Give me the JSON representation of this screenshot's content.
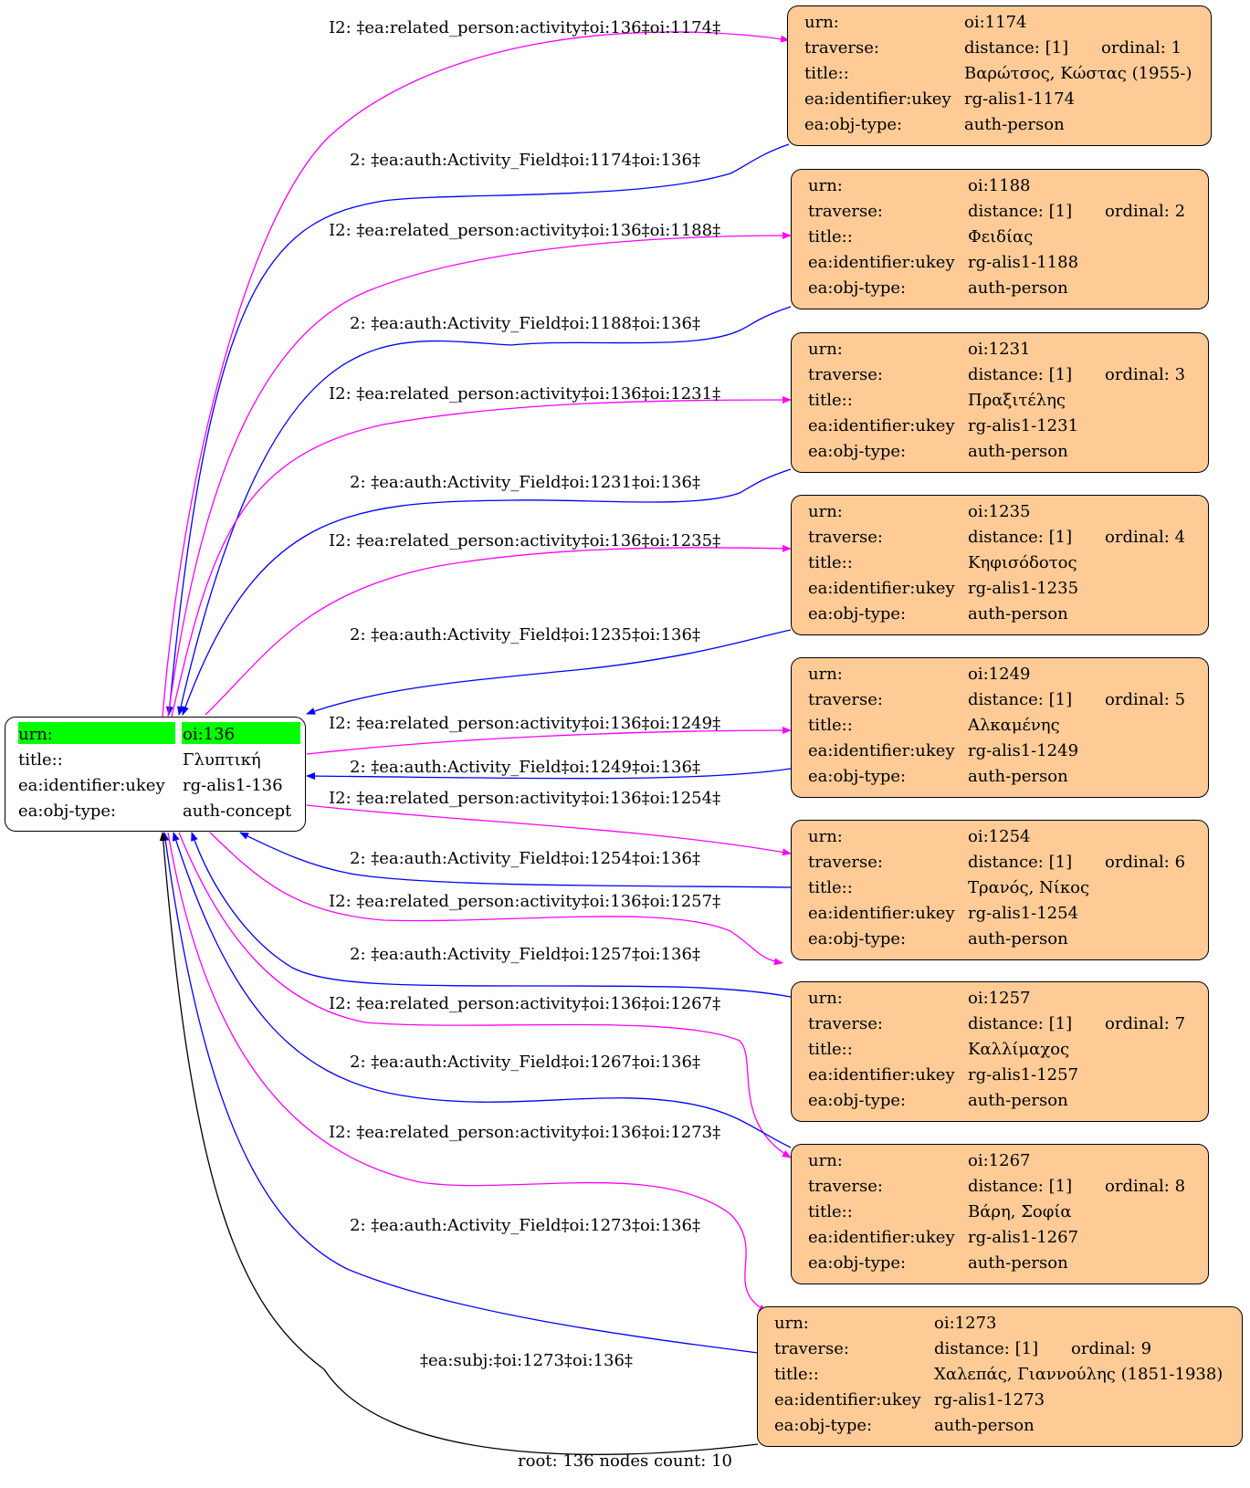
{
  "root": {
    "urn_label": "urn:",
    "urn_value": "oi:136",
    "title_label": "title::",
    "title_value": "Γλυπτική",
    "ukey_label": "ea:identifier:ukey",
    "ukey_value": "rg-alis1-136",
    "type_label": "ea:obj-type:",
    "type_value": "auth-concept"
  },
  "nodes": [
    {
      "urn": "oi:1174",
      "distance": "distance: [1]",
      "ordinal": "ordinal: 1",
      "title": "Βαρώτσος, Κώστας (1955-)",
      "ukey": "rg-alis1-1174",
      "type": "auth-person"
    },
    {
      "urn": "oi:1188",
      "distance": "distance: [1]",
      "ordinal": "ordinal: 2",
      "title": "Φειδίας",
      "ukey": "rg-alis1-1188",
      "type": "auth-person"
    },
    {
      "urn": "oi:1231",
      "distance": "distance: [1]",
      "ordinal": "ordinal: 3",
      "title": "Πραξιτέλης",
      "ukey": "rg-alis1-1231",
      "type": "auth-person"
    },
    {
      "urn": "oi:1235",
      "distance": "distance: [1]",
      "ordinal": "ordinal: 4",
      "title": "Κηφισόδοτος",
      "ukey": "rg-alis1-1235",
      "type": "auth-person"
    },
    {
      "urn": "oi:1249",
      "distance": "distance: [1]",
      "ordinal": "ordinal: 5",
      "title": "Αλκαμένης",
      "ukey": "rg-alis1-1249",
      "type": "auth-person"
    },
    {
      "urn": "oi:1254",
      "distance": "distance: [1]",
      "ordinal": "ordinal: 6",
      "title": "Τρανός, Νίκος",
      "ukey": "rg-alis1-1254",
      "type": "auth-person"
    },
    {
      "urn": "oi:1257",
      "distance": "distance: [1]",
      "ordinal": "ordinal: 7",
      "title": "Καλλίμαχος",
      "ukey": "rg-alis1-1257",
      "type": "auth-person"
    },
    {
      "urn": "oi:1267",
      "distance": "distance: [1]",
      "ordinal": "ordinal: 8",
      "title": "Βάρη, Σοφία",
      "ukey": "rg-alis1-1267",
      "type": "auth-person"
    },
    {
      "urn": "oi:1273",
      "distance": "distance: [1]",
      "ordinal": "ordinal: 9",
      "title": "Χαλεπάς, Γιαννούλης (1851-1938)",
      "ukey": "rg-alis1-1273",
      "type": "auth-person"
    }
  ],
  "node_labels": {
    "urn": "urn:",
    "traverse": "traverse:",
    "title": "title::",
    "ukey": "ea:identifier:ukey",
    "type": "ea:obj-type:"
  },
  "edge_labels": [
    {
      "out": "I2: ‡ea:related_person:activity‡oi:136‡oi:1174‡",
      "back": "2: ‡ea:auth:Activity_Field‡oi:1174‡oi:136‡"
    },
    {
      "out": "I2: ‡ea:related_person:activity‡oi:136‡oi:1188‡",
      "back": "2: ‡ea:auth:Activity_Field‡oi:1188‡oi:136‡"
    },
    {
      "out": "I2: ‡ea:related_person:activity‡oi:136‡oi:1231‡",
      "back": "2: ‡ea:auth:Activity_Field‡oi:1231‡oi:136‡"
    },
    {
      "out": "I2: ‡ea:related_person:activity‡oi:136‡oi:1235‡",
      "back": "2: ‡ea:auth:Activity_Field‡oi:1235‡oi:136‡"
    },
    {
      "out": "I2: ‡ea:related_person:activity‡oi:136‡oi:1249‡",
      "back": "2: ‡ea:auth:Activity_Field‡oi:1249‡oi:136‡"
    },
    {
      "out": "I2: ‡ea:related_person:activity‡oi:136‡oi:1254‡",
      "back": "2: ‡ea:auth:Activity_Field‡oi:1254‡oi:136‡"
    },
    {
      "out": "I2: ‡ea:related_person:activity‡oi:136‡oi:1257‡",
      "back": "2: ‡ea:auth:Activity_Field‡oi:1257‡oi:136‡"
    },
    {
      "out": "I2: ‡ea:related_person:activity‡oi:136‡oi:1267‡",
      "back": "2: ‡ea:auth:Activity_Field‡oi:1267‡oi:136‡"
    },
    {
      "out": "I2: ‡ea:related_person:activity‡oi:136‡oi:1273‡",
      "back": "2: ‡ea:auth:Activity_Field‡oi:1273‡oi:136‡"
    }
  ],
  "subj_label": "‡ea:subj:‡oi:1273‡oi:136‡",
  "footer": "root: 136 nodes count: 10",
  "colors": {
    "node_fill": "#fecb97",
    "highlight": "#00ff00",
    "out_edge": "#ff00ff",
    "back_edge": "#0000ff",
    "subj_edge": "#000000"
  }
}
